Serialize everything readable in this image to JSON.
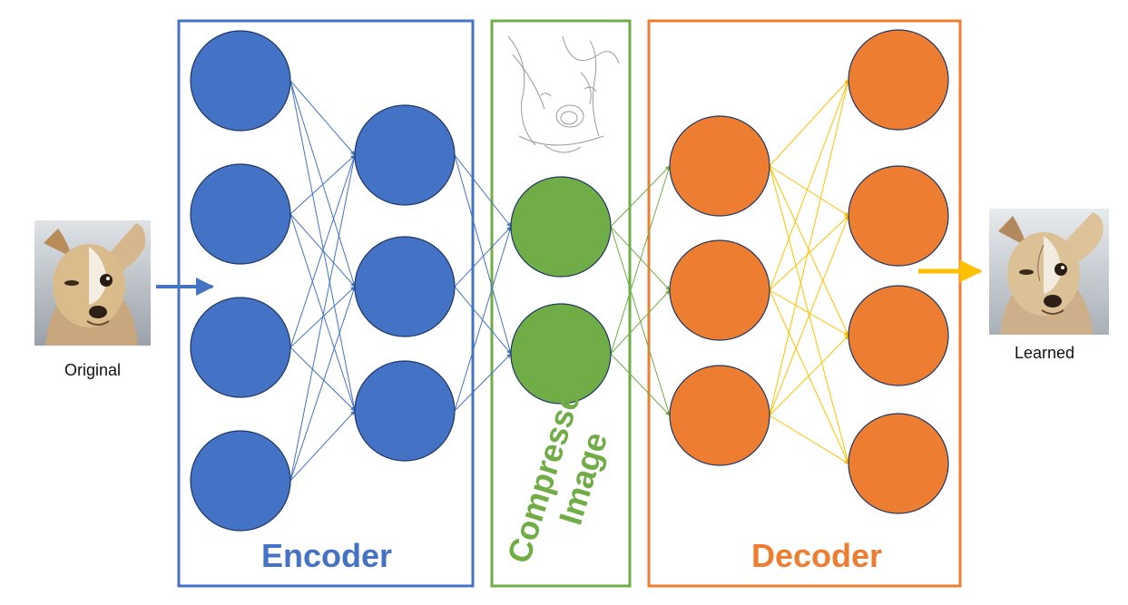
{
  "labels": {
    "original": "Original",
    "learned": "Learned",
    "encoder": "Encoder",
    "compressed_line1": "Compressed",
    "compressed_line2": "Image",
    "decoder": "Decoder"
  },
  "colors": {
    "encoder": "#4472C4",
    "compressed": "#70AD47",
    "decoder": "#ED7D31",
    "decoder_edges": "#FFC000",
    "node_outline": "#1F3864"
  },
  "network": {
    "layers": [
      {
        "name": "encoder-input",
        "nodes": 4
      },
      {
        "name": "encoder-hidden",
        "nodes": 3
      },
      {
        "name": "code",
        "nodes": 2
      },
      {
        "name": "decoder-hidden",
        "nodes": 3
      },
      {
        "name": "decoder-output",
        "nodes": 4
      }
    ]
  }
}
